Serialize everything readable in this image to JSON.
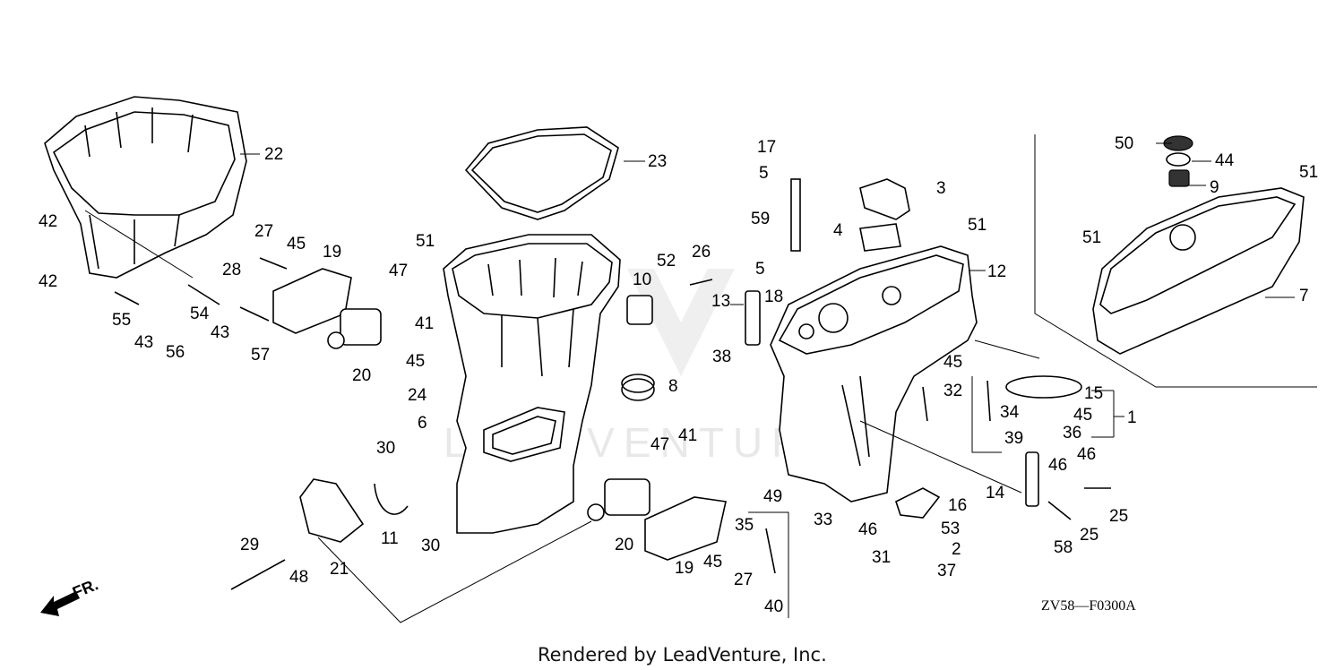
{
  "diagram_code": "ZV58—F0300A",
  "footer": "Rendered by LeadVenture, Inc.",
  "direction_label": "FR.",
  "watermark": "LEADVENTURE",
  "callouts": [
    "1",
    "2",
    "3",
    "4",
    "5",
    "5",
    "6",
    "7",
    "8",
    "9",
    "10",
    "11",
    "12",
    "13",
    "14",
    "15",
    "16",
    "17",
    "18",
    "19",
    "19",
    "20",
    "20",
    "21",
    "22",
    "23",
    "24",
    "25",
    "25",
    "26",
    "27",
    "27",
    "28",
    "29",
    "30",
    "30",
    "31",
    "32",
    "33",
    "34",
    "35",
    "36",
    "37",
    "38",
    "39",
    "40",
    "41",
    "41",
    "42",
    "42",
    "43",
    "43",
    "44",
    "45",
    "45",
    "45",
    "45",
    "45",
    "46",
    "46",
    "46",
    "47",
    "47",
    "48",
    "49",
    "50",
    "51",
    "51",
    "51",
    "51",
    "52",
    "53",
    "54",
    "55",
    "56",
    "57",
    "58",
    "59"
  ]
}
